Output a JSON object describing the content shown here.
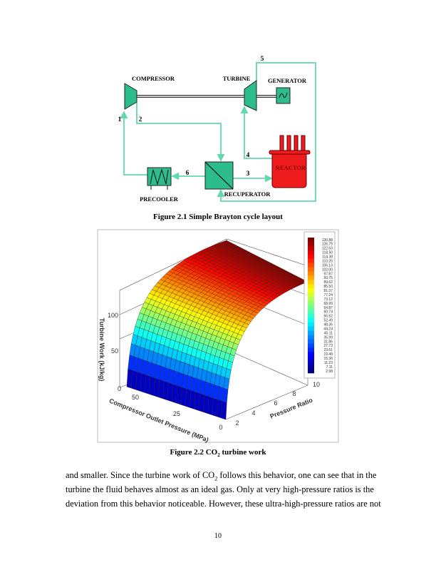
{
  "figure1": {
    "caption": "Figure 2.1 Simple Brayton cycle layout",
    "labels": {
      "compressor": "COMPRESSOR",
      "turbine": "TURBINE",
      "generator": "GENERATOR",
      "reactor": "REACTOR",
      "precooler": "PRECOOLER",
      "recuperator": "RECUPERATOR"
    },
    "states": [
      "1",
      "2",
      "3",
      "4",
      "5",
      "6"
    ],
    "colors": {
      "component": "#2dbd8c",
      "pipe": "#62d8ab",
      "reactor": "#ee1c1c"
    }
  },
  "figure2": {
    "caption_prefix": "Figure 2.2 CO",
    "caption_sub": "2",
    "caption_suffix": " turbine work"
  },
  "chart_data": {
    "type": "surface",
    "title": "",
    "zlabel": "Turbine Work (kJ/kg)",
    "xlabel": "Compressor Outlet Pressure (MPa)",
    "ylabel": "Pressure Ratio",
    "z_ticks": [
      "0",
      "50",
      "100"
    ],
    "x_ticks": [
      "50",
      "25",
      "0"
    ],
    "y_ticks": [
      "2",
      "4",
      "6",
      "8",
      "10"
    ],
    "xlim": [
      0,
      60
    ],
    "ylim": [
      1,
      10
    ],
    "zlim": [
      0,
      130.88
    ],
    "colormap": "jet",
    "legend_position": "top-right",
    "legend_levels": [
      "130.88",
      "126.75",
      "122.63",
      "118.50",
      "114.38",
      "110.25",
      "106.13",
      "102.00",
      "97.87",
      "93.75",
      "89.62",
      "85.50",
      "81.37",
      "77.24",
      "73.12",
      "68.99",
      "64.87",
      "60.74",
      "56.62",
      "52.49",
      "48.36",
      "44.24",
      "40.11",
      "35.99",
      "31.86",
      "27.73",
      "23.61",
      "19.48",
      "15.36",
      "11.23",
      "7.11",
      "2.98"
    ]
  },
  "body": {
    "line1_a": "and smaller. Since the turbine work of CO",
    "line1_sub": "2",
    "line1_b": " follows this behavior, one can see that in the",
    "line2": "turbine the fluid behaves almost as an ideal gas. Only at very high-pressure ratios is the",
    "line3": "deviation from this behavior noticeable. However, these ultra-high-pressure ratios are not"
  },
  "page_number": "10"
}
